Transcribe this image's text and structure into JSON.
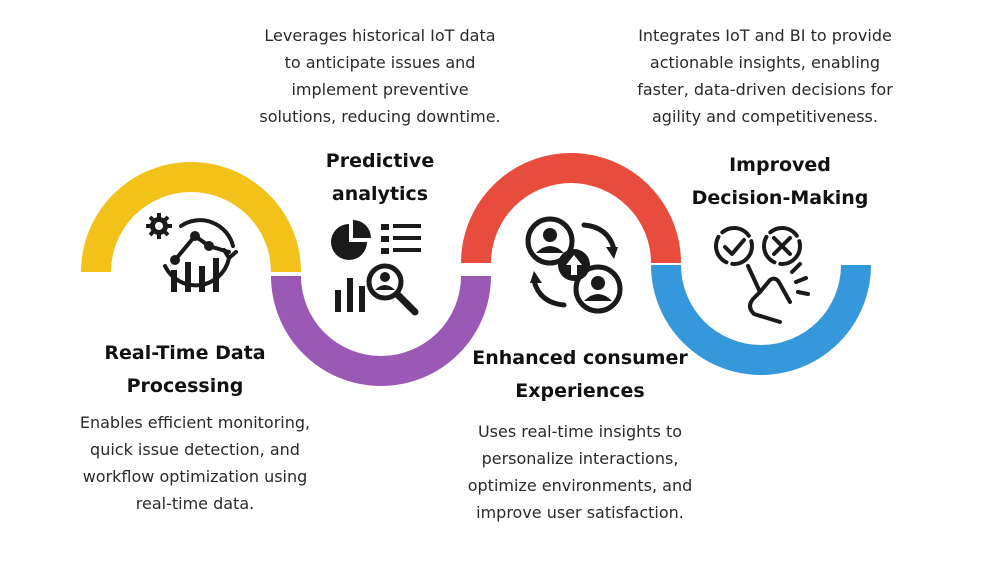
{
  "colors": {
    "yellow": "#F2C21B",
    "purple": "#9B59B6",
    "red": "#E74C3C",
    "blue": "#3498DB",
    "icon": "#1a1a1a"
  },
  "steps": [
    {
      "title_line1": "Real-Time Data",
      "title_line2": "Processing",
      "desc_lines": [
        "Enables efficient monitoring,",
        "quick issue detection, and",
        "workflow optimization using",
        "real-time data."
      ],
      "icon": "realtime-gear-chart-icon"
    },
    {
      "title_line1": "Predictive",
      "title_line2": "analytics",
      "desc_lines": [
        "Leverages historical IoT data",
        "to anticipate issues and",
        "implement preventive",
        "solutions, reducing downtime."
      ],
      "icon": "analytics-magnifier-icon"
    },
    {
      "title_line1": "Enhanced consumer",
      "title_line2": "Experiences",
      "desc_lines": [
        "Uses real-time insights to",
        "personalize interactions,",
        "optimize environments, and",
        "improve user satisfaction."
      ],
      "icon": "users-upgrade-cycle-icon"
    },
    {
      "title_line1": "Improved",
      "title_line2": "Decision-Making",
      "desc_lines": [
        "Integrates IoT and BI to provide",
        "actionable insights, enabling",
        "faster, data-driven decisions for",
        "agility and competitiveness."
      ],
      "icon": "decision-check-cross-icon"
    }
  ]
}
